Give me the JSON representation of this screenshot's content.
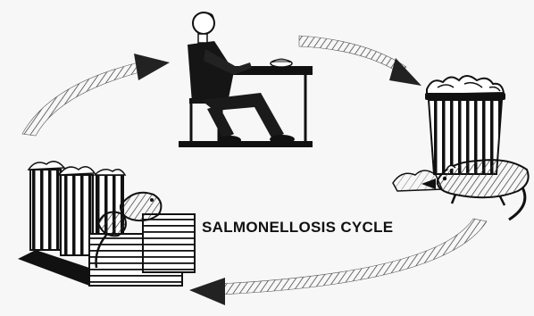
{
  "diagram": {
    "caption": "SALMONELLOSIS CYCLE",
    "ink_color": "#111111",
    "background": "#f7f7f7",
    "stages": [
      {
        "id": "person",
        "depicts": "man eating at a table"
      },
      {
        "id": "trash",
        "depicts": "overflowing garbage can"
      },
      {
        "id": "rat",
        "depicts": "rat beside garbage"
      },
      {
        "id": "rats-bins",
        "depicts": "rats on garbage bins and crates"
      }
    ],
    "flow": "clockwise"
  }
}
